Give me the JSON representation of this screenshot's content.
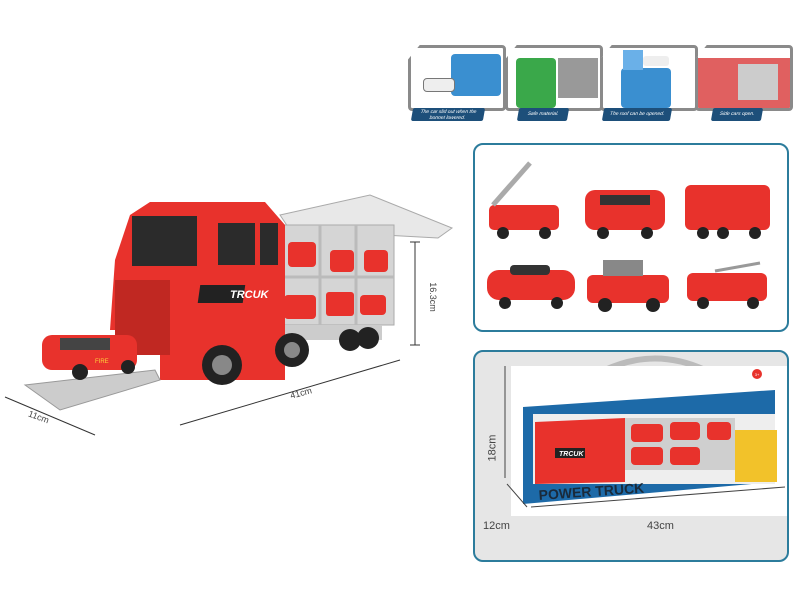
{
  "features": [
    {
      "caption": "The car slid out when the bonnet lowered.",
      "color": "#3a8fd0"
    },
    {
      "caption": "Safe material.",
      "color": "#3aa84a"
    },
    {
      "caption": "The roof can be opened.",
      "color": "#3a8fd0"
    },
    {
      "caption": "Side cars open.",
      "color": "#e04848"
    }
  ],
  "main_truck": {
    "logo": "TRCUK",
    "fire_label": "FIRE",
    "height": "16.3cm",
    "length": "41cm",
    "width": "11cm",
    "color": "#e8322c"
  },
  "cars_panel": {
    "border_color": "#2c7c9c",
    "cars": [
      "ladder-truck",
      "fire-van",
      "fire-bus",
      "fire-car",
      "jeep",
      "rescue-truck"
    ]
  },
  "package": {
    "title": "POWER TRUCK",
    "subtitle": "MULTI-FUNCTIONAL TRANSPORTATION EQUIPMENT",
    "logo": "TRCUK",
    "age_badge": "3+",
    "height": "18cm",
    "depth": "12cm",
    "length": "43cm"
  }
}
